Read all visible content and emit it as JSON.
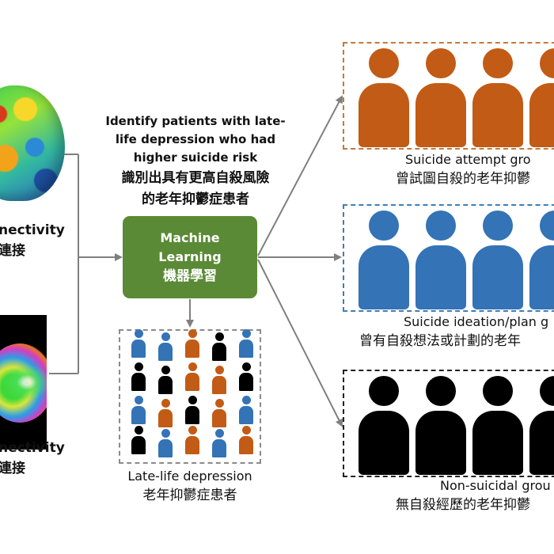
{
  "left_inputs": [
    {
      "label_en": "nectivity",
      "label_cn": "連接",
      "image_icon": "brain-surface-map-icon"
    },
    {
      "label_en": "nectivity",
      "label_cn": "連接",
      "image_icon": "brain-tractography-icon"
    }
  ],
  "identify_text": {
    "line1": "Identify patients with late-",
    "line2": "life depression who had",
    "line3": "higher suicide risk",
    "cn_line1": "識別出具有更高自殺風險",
    "cn_line2": "的老年抑鬱症患者"
  },
  "ml_box": {
    "line1": "Machine",
    "line2": "Learning",
    "cn": "機器學習",
    "color": "#5a8a35"
  },
  "mixed_group": {
    "label_en": "Late-life depression",
    "label_cn": "老年抑鬱症患者",
    "icon": "people-group-icon"
  },
  "output_groups": [
    {
      "label_en": "Suicide attempt gro",
      "label_cn": "曾試圖自殺的老年抑鬱",
      "color": "#c25b15",
      "box_color": "#c27a3a",
      "icon": "person-icon"
    },
    {
      "label_en": "Suicide ideation/plan g",
      "label_cn": "曾有自殺想法或計劃的老年",
      "color": "#3473b5",
      "box_color": "#3f7fb5",
      "icon": "person-icon"
    },
    {
      "label_en": "Non-suicidal grou",
      "label_cn": "無自殺經歷的老年抑鬱",
      "color": "#000000",
      "box_color": "#222222",
      "icon": "person-icon"
    }
  ],
  "colors": {
    "orange": "#c25b15",
    "blue": "#3473b5",
    "black": "#000000",
    "arrow_gray": "#7f7f7f"
  }
}
